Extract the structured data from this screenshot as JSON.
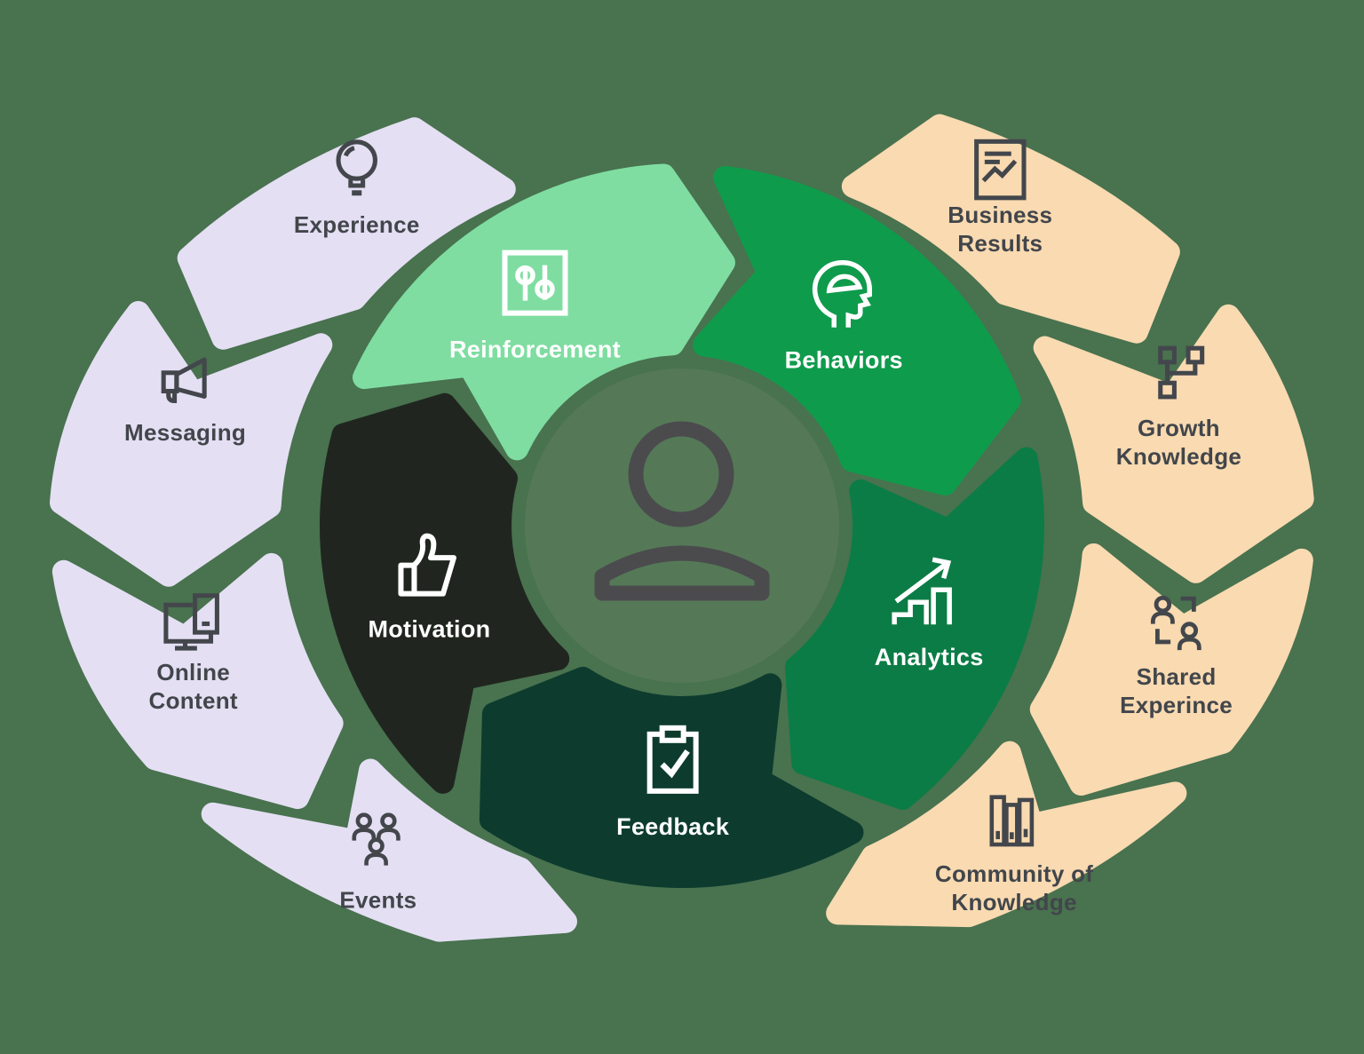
{
  "background_color": "#49724f",
  "center": {
    "circle_color": "#557957",
    "icon": "person-icon",
    "icon_color": "#4b4b4e"
  },
  "inner_ring": {
    "text_color": "#ffffff",
    "icon_color": "#ffffff",
    "segments": [
      {
        "id": "reinforcement",
        "label": "Reinforcement",
        "color": "#7fdda1",
        "icon": "sliders-icon"
      },
      {
        "id": "behaviors",
        "label": "Behaviors",
        "color": "#0f9b4c",
        "icon": "head-brain-icon"
      },
      {
        "id": "analytics",
        "label": "Analytics",
        "color": "#0c7c46",
        "icon": "growth-chart-icon"
      },
      {
        "id": "feedback",
        "label": "Feedback",
        "color": "#0d3c2e",
        "icon": "clipboard-check-icon"
      },
      {
        "id": "motivation",
        "label": "Motivation",
        "color": "#20261f",
        "icon": "thumbs-up-icon"
      }
    ]
  },
  "outer_left_ring": {
    "color": "#e4dff3",
    "text_color": "#42464b",
    "icon_color": "#43474c",
    "segments": [
      {
        "id": "experience",
        "lines": [
          "Experience"
        ],
        "icon": "lightbulb-icon"
      },
      {
        "id": "messaging",
        "lines": [
          "Messaging"
        ],
        "icon": "megaphone-icon"
      },
      {
        "id": "online-content",
        "lines": [
          "Online",
          "Content"
        ],
        "icon": "devices-icon"
      },
      {
        "id": "events",
        "lines": [
          "Events"
        ],
        "icon": "people-group-icon"
      }
    ]
  },
  "outer_right_ring": {
    "color": "#f9dab1",
    "text_color": "#42464b",
    "icon_color": "#43474c",
    "segments": [
      {
        "id": "business-results",
        "lines": [
          "Business",
          "Results"
        ],
        "icon": "report-chart-icon"
      },
      {
        "id": "growth-knowledge",
        "lines": [
          "Growth",
          "Knowledge"
        ],
        "icon": "org-nodes-icon"
      },
      {
        "id": "shared-experience",
        "lines": [
          "Shared",
          "Experince"
        ],
        "icon": "people-share-icon"
      },
      {
        "id": "community-knowledge",
        "lines": [
          "Community of",
          "Knowledge"
        ],
        "icon": "books-icon"
      }
    ]
  }
}
